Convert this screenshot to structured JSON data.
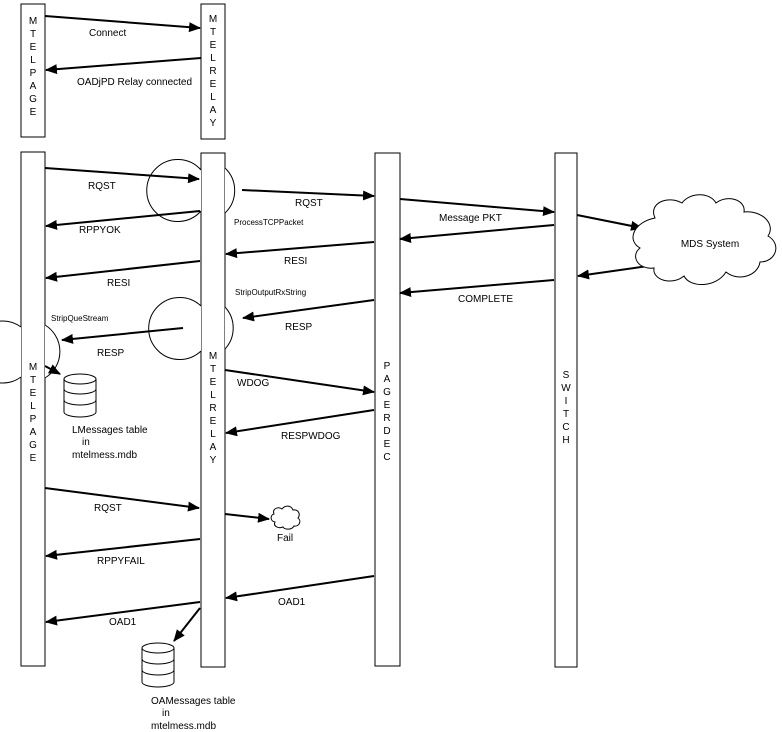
{
  "lifelines": {
    "mtelpage_top": "MTELPAGE",
    "mtelrelay_top": "MTELRELAY",
    "mtelpage": "MTELPAGE",
    "mtelrelay": "MTELRELAY",
    "pagerdec": "PAGERDEC",
    "switch": "SWITCH"
  },
  "messages": {
    "connect": "Connect",
    "oad_relay_connected": "OADjPD Relay connected",
    "rqst1": "RQST",
    "rqst2": "RQST",
    "rppyok": "RPPYOK",
    "message_pkt": "Message PKT",
    "resi1": "RESI",
    "resi2": "RESI",
    "complete": "COMPLETE",
    "resp1": "RESP",
    "resp2": "RESP",
    "wdog": "WDOG",
    "respwdog": "RESPWDOG",
    "rqst3": "RQST",
    "rppyfail": "RPPYFAIL",
    "oad1_a": "OAD1",
    "oad1_b": "OAD1"
  },
  "process_labels": {
    "process_tcp_packet": "ProcessTCPPacket",
    "strip_output_rx_string": "StripOutputRxString",
    "strip_que_stream": "StripQueStream"
  },
  "entities": {
    "mds_system": "MDS System",
    "fail": "Fail"
  },
  "databases": {
    "lmessages": {
      "line1": "LMessages table",
      "line2": "in",
      "line3": "mtelmess.mdb"
    },
    "oamessages": {
      "line1": "OAMessages table",
      "line2": "in",
      "line3": "mtelmess.mdb"
    }
  }
}
